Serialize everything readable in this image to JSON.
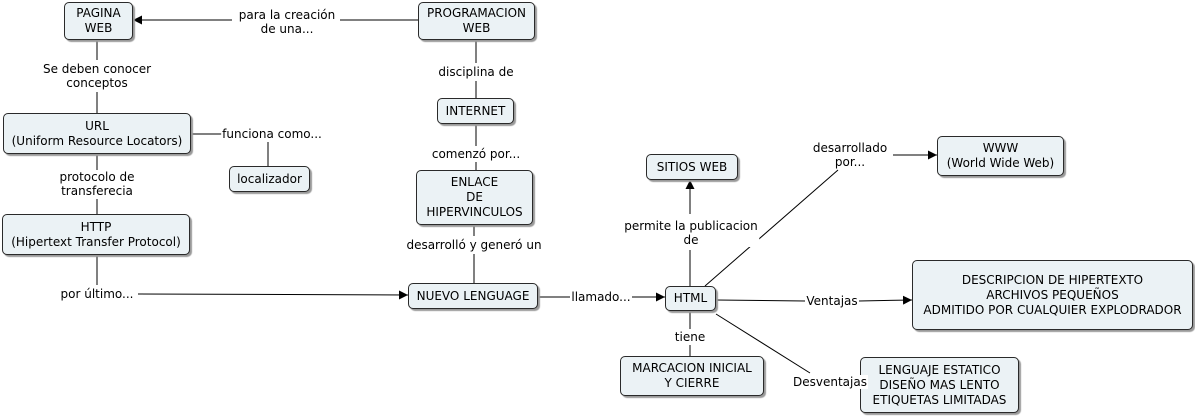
{
  "concepts": {
    "pagina_web": "PAGINA\nWEB",
    "programacion_web": "PROGRAMACION\nWEB",
    "internet": "INTERNET",
    "url": "URL\n(Uniform Resource Locators)",
    "localizador": "localizador",
    "enlace": "ENLACE\nDE\nHIPERVINCULOS",
    "http": "HTTP\n(Hipertext Transfer Protocol)",
    "sitios_web": "SITIOS WEB",
    "www": "WWW\n(World Wide Web)",
    "nuevo_lenguaje": "NUEVO LENGUAGE",
    "html": "HTML",
    "ventajas_box": "DESCRIPCION DE HIPERTEXTO\nARCHIVOS PEQUEÑOS\nADMITIDO POR CUALQUIER EXPLODRADOR",
    "marcacion": "MARCACION INICIAL\nY CIERRE",
    "desventajas_box": "LENGUAJE ESTATICO\nDISEÑO MAS LENTO\nETIQUETAS LIMITADAS"
  },
  "links": {
    "para_la_creacion": "para la creación\nde una...",
    "se_deben_conocer": "Se deben conocer\nconceptos",
    "disciplina_de": "disciplina de",
    "funciona_como": "funciona como...",
    "comenzo_por": "comenzó por...",
    "protocolo": "protocolo de\ntransferecia",
    "desarrollado_por": "desarrollado\npor...",
    "permite": "permite la publicacion\nde",
    "desarrollo_genero": "desarrolló y generó un",
    "por_ultimo": "por último...",
    "llamado": "llamado...",
    "ventajas": "Ventajas",
    "tiene": "tiene",
    "desventajas": "Desventajas"
  }
}
